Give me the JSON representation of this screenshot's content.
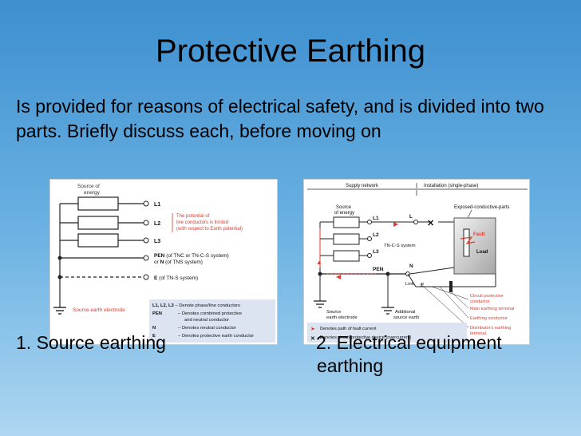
{
  "slide": {
    "title": "Protective Earthing",
    "body": "Is provided for reasons of electrical safety, and is divided into two parts.  Briefly discuss each, before moving on",
    "caption_left": "1.  Source earthing",
    "caption_right_line1": "2.  Electrical equipment",
    "caption_right_line2": "earthing"
  },
  "left_diagram": {
    "source_label1": "Source of",
    "source_label2": "energy",
    "l1": "L1",
    "l2": "L2",
    "l3": "L3",
    "note1": "The potential of",
    "note2": "live conductors is limited",
    "note3": "(with respect to Earth potential)",
    "pen_bold": "PEN",
    "pen_text": "(of TNC or TN-C-S system)",
    "or_text": "or",
    "n_bold": "N",
    "n_text": "(of TNS system)",
    "e_bold": "E",
    "e_text": "(of TN-S system)",
    "electrode_label": "Source earth electrode",
    "legend_row1_key": "L1, L2, L3",
    "legend_row1_text": "– Denote phase/line conductors",
    "legend_row2_key": "PEN",
    "legend_row2_text": "– Denotes combined protective",
    "legend_row2_text2": "and neutral conductor",
    "legend_row3_key": "N",
    "legend_row3_text": "– Denotes neutral conductor",
    "legend_row4_key": "E",
    "legend_row4_text": "– Denotes protective earth conductor"
  },
  "right_diagram": {
    "supply_network": "Supply network",
    "installation": "Installation (single-phase)",
    "source_label1": "Source",
    "source_label2": "of energy",
    "exposed_parts": "Exposed-conductive-parts",
    "l1": "L1",
    "l2": "L2",
    "l3": "L3",
    "l": "L",
    "tncs": "TN-C-S system",
    "pen": "PEN",
    "n": "N",
    "fault": "Fault",
    "load": "Load",
    "link": "Link",
    "e": "E",
    "cpc1": "Circuit protective",
    "cpc2": "conductor",
    "main_earth_terminal": "Main earthing terminal",
    "earthing_conductor": "Earthing conductor",
    "dist_board1": "Distributor's earthing",
    "dist_board2": "terminal",
    "source_electrode1": "Source",
    "source_electrode2": "earth electrode",
    "additional1": "Additional",
    "additional2": "source earth",
    "legend_fault": "Denotes path of fault current",
    "legend_device": "Denotes circuit-protective device (overcurrent)"
  },
  "colors": {
    "accent_red": "#e03a2a",
    "navy": "#0b1a5c"
  }
}
